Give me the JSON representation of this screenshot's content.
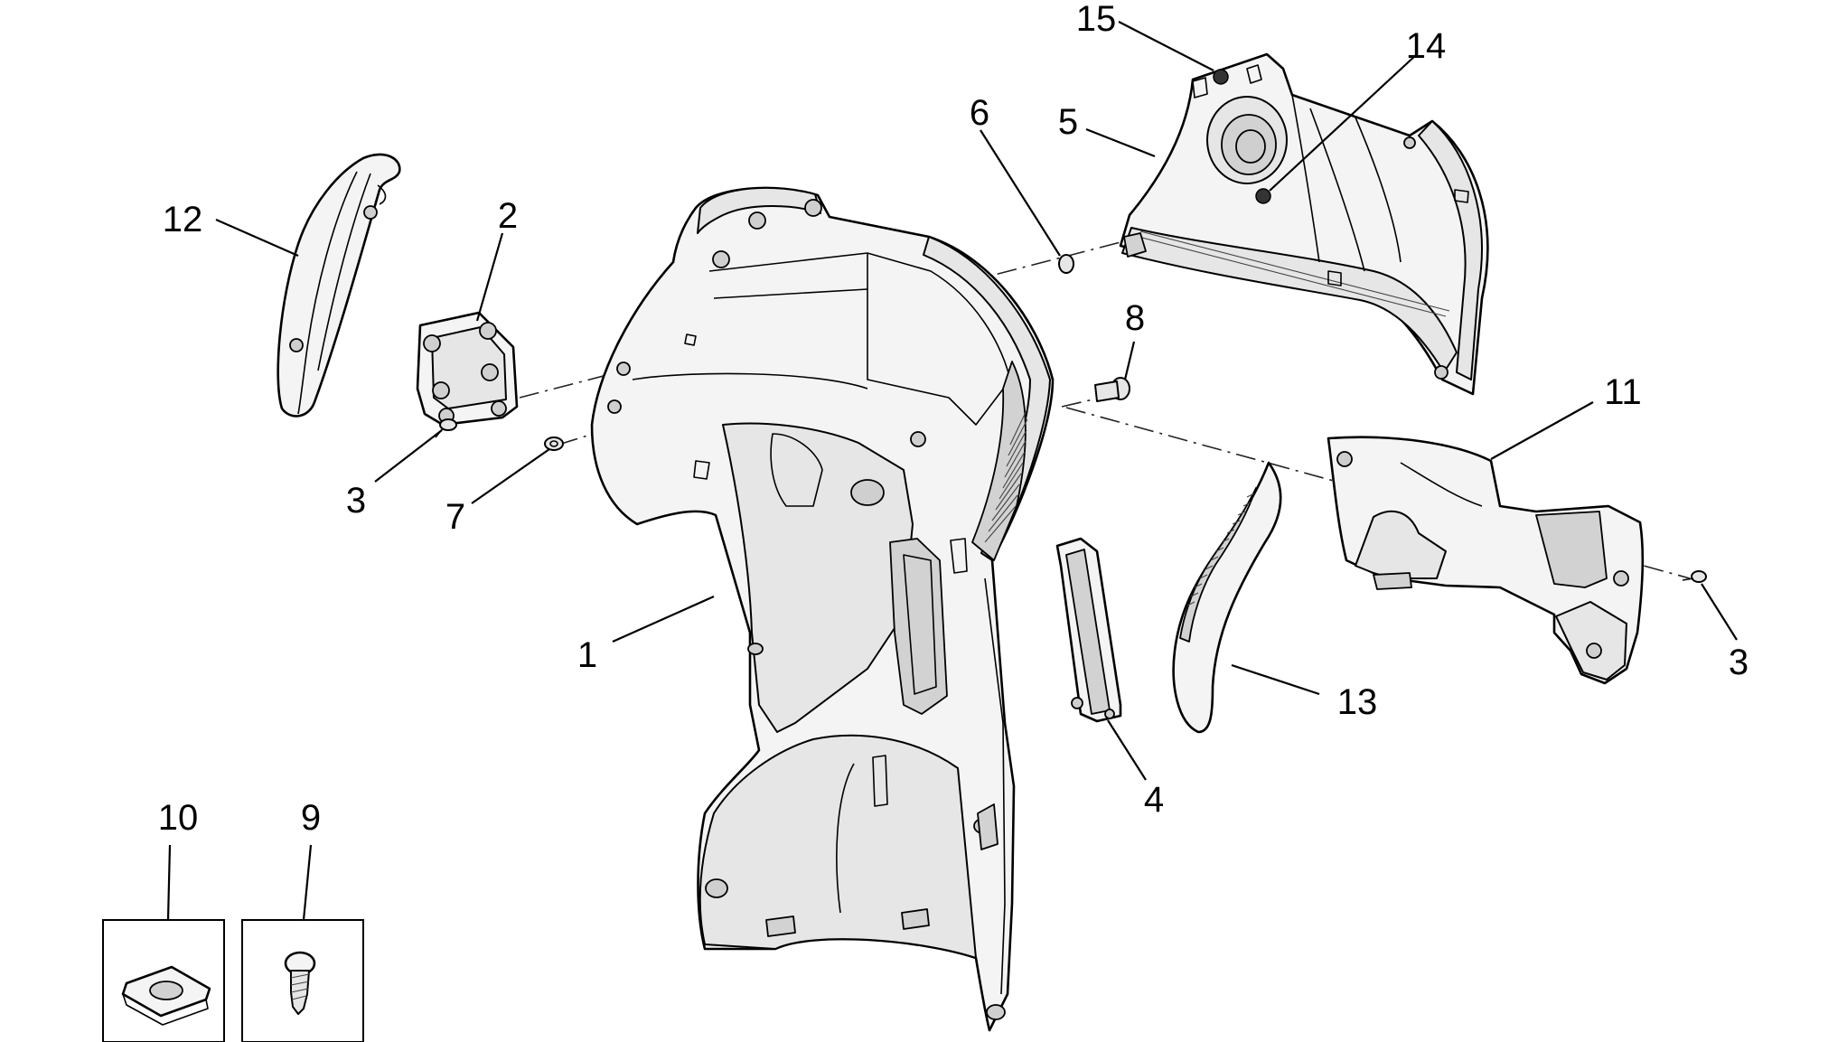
{
  "diagram": {
    "callouts": [
      {
        "id": "1",
        "label": "1"
      },
      {
        "id": "2",
        "label": "2"
      },
      {
        "id": "3a",
        "label": "3"
      },
      {
        "id": "3b",
        "label": "3"
      },
      {
        "id": "4",
        "label": "4"
      },
      {
        "id": "5",
        "label": "5"
      },
      {
        "id": "6",
        "label": "6"
      },
      {
        "id": "7",
        "label": "7"
      },
      {
        "id": "8",
        "label": "8"
      },
      {
        "id": "9",
        "label": "9"
      },
      {
        "id": "10",
        "label": "10"
      },
      {
        "id": "11",
        "label": "11"
      },
      {
        "id": "12",
        "label": "12"
      },
      {
        "id": "13",
        "label": "13"
      },
      {
        "id": "14",
        "label": "14"
      },
      {
        "id": "15",
        "label": "15"
      }
    ]
  }
}
